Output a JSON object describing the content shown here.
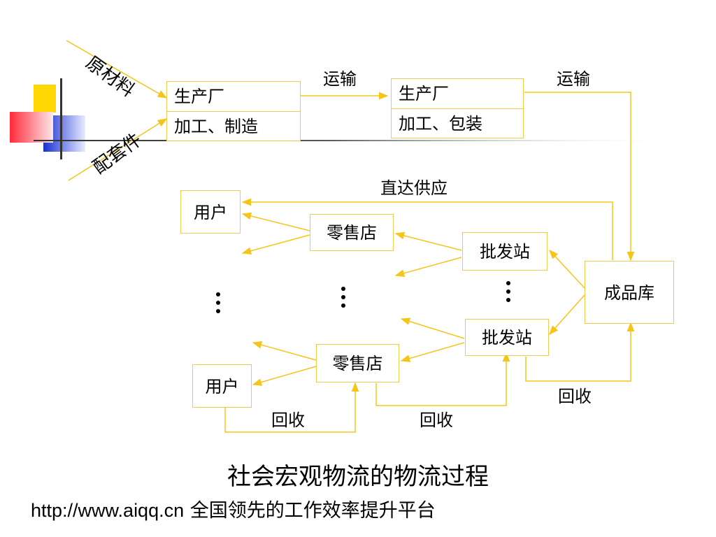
{
  "slide": {
    "title": "社会宏观物流的物流过程",
    "footer_url": "http://www.aiqq.cn",
    "footer_slogan": "全国领先的工作效率提升平台"
  },
  "diagram": {
    "inputs": {
      "raw_material": "原材料",
      "parts": "配套件"
    },
    "factory1": {
      "name": "生产厂",
      "process": "加工、制造"
    },
    "factory2": {
      "name": "生产厂",
      "process": "加工、包装"
    },
    "transport_1": "运输",
    "transport_2": "运输",
    "direct_supply": "直达供应",
    "warehouse": "成品库",
    "wholesale_top": "批发站",
    "wholesale_bottom": "批发站",
    "retail_top": "零售店",
    "retail_bottom": "零售店",
    "user_top": "用户",
    "user_bottom": "用户",
    "recycle_user": "回收",
    "recycle_retail": "回收",
    "recycle_wholesale": "回收"
  },
  "colors": {
    "line": "#f5c518",
    "box_border": "#f2c94c",
    "deco_yellow": "#ffd700",
    "deco_blue": "#2233cc",
    "deco_red": "#ff3344"
  }
}
